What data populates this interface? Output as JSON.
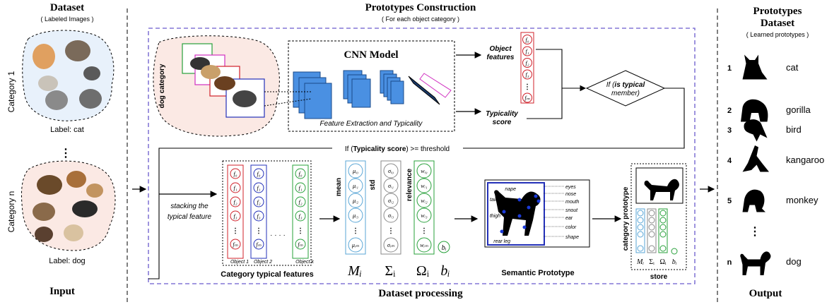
{
  "input_panel": {
    "title": "Dataset",
    "subtitle": "( Labeled Images )",
    "category_1": "Category 1",
    "category_n": "Category n",
    "label_cat": "Label: cat",
    "label_dog": "Label: dog",
    "footer": "Input"
  },
  "construction": {
    "title": "Prototypes Construction",
    "subtitle": "( For each object category )",
    "dog_category": "dog category",
    "cnn_title": "CNN Model",
    "cnn_caption": "Feature Extraction and Typicality",
    "object_features_1": "Object",
    "object_features_2": "features",
    "typicality_1": "Typicality",
    "typicality_2": "score",
    "decision_1": "If (",
    "decision_bold": "is typical",
    "decision_2": "member)",
    "feature_labels": [
      "f₀",
      "f₁",
      "f₂",
      "f₃",
      "⋮",
      "fₘ"
    ],
    "threshold_prefix": "If (",
    "threshold_bold": "Typicality score",
    "threshold_suffix": ") >= threshold",
    "stacking_1": "stacking the",
    "stacking_2": "typical feature",
    "objects": [
      {
        "label": "Object 1",
        "features": [
          "f₀",
          "f₁",
          "f₂",
          "f₃",
          "⋮",
          "fₘ"
        ],
        "color": "#d0202a"
      },
      {
        "label": "Object 2",
        "features": [
          "f₀",
          "f₁",
          "f₂",
          "f₃",
          "⋮",
          "fₘ"
        ],
        "color": "#2330b8"
      },
      {
        "label": "Object k",
        "features": [
          "f₀",
          "f₁",
          "f₂",
          "f₃",
          "⋮",
          "fₘ"
        ],
        "color": "#27a03a"
      }
    ],
    "stack_title": "Category typical features",
    "mean_label": "mean",
    "std_label": "std",
    "relevance_label": "relevance",
    "mean_cells": [
      "μᵢ₀",
      "μᵢ₁",
      "μᵢ₂",
      "μᵢ₃",
      "⋮",
      "μᵢₘ"
    ],
    "std_cells": [
      "σᵢ₀",
      "σᵢ₁",
      "σᵢ₂",
      "σᵢ₃",
      "⋮",
      "σᵢₘ"
    ],
    "rel_cells": [
      "wᵢ₀",
      "wᵢ₁",
      "wᵢ₂",
      "wᵢ₃",
      "⋮",
      "wᵢₘ"
    ],
    "bias_cell": "bᵢ",
    "sym_M": "Mᵢ",
    "sym_Sigma": "Σᵢ",
    "sym_Omega": "Ωᵢ",
    "sym_b": "bᵢ",
    "semantic_parts": [
      "nape",
      "eyes",
      "nose",
      "mouth",
      "snout",
      "ear",
      "color",
      "shape",
      "tail",
      "thigh",
      "rear leg"
    ],
    "semantic_title": "Semantic Prototype",
    "category_prototype": "category prototype",
    "store_label": "store",
    "footer": "Dataset processing"
  },
  "output_panel": {
    "title_1": "Prototypes",
    "title_2": "Dataset",
    "subtitle": "( Learned prototypes )",
    "items": [
      {
        "num": "1",
        "name": "cat",
        "icon": "cat-silhouette-icon"
      },
      {
        "num": "2",
        "name": "gorilla",
        "icon": "gorilla-silhouette-icon"
      },
      {
        "num": "3",
        "name": "bird",
        "icon": "bird-silhouette-icon"
      },
      {
        "num": "4",
        "name": "kangaroo",
        "icon": "kangaroo-silhouette-icon"
      },
      {
        "num": "5",
        "name": "monkey",
        "icon": "monkey-silhouette-icon"
      },
      {
        "num": "n",
        "name": "dog",
        "icon": "dog-silhouette-icon"
      }
    ],
    "footer": "Output"
  },
  "colors": {
    "dashed_box": "#6a5acd",
    "red": "#d0202a",
    "blue": "#2330b8",
    "green": "#27a03a",
    "light_blue": "#5aa6d6",
    "gray": "#8a8a8a",
    "cnn_blue": "#4a90e2"
  }
}
